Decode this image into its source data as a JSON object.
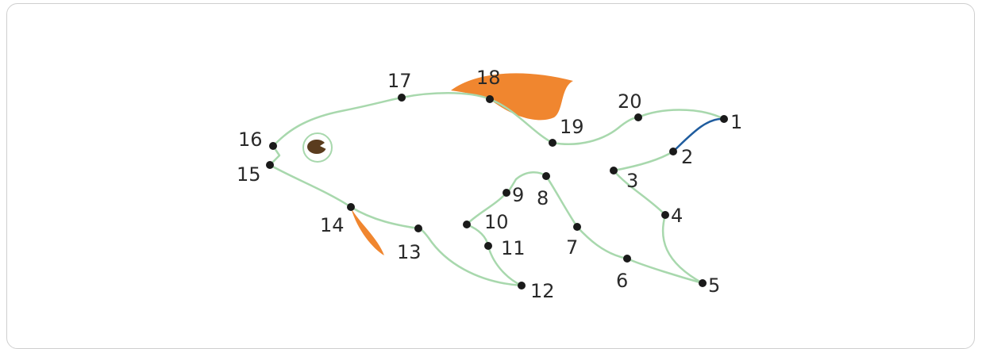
{
  "colors": {
    "outline": "#a8d8ad",
    "drawn_line": "#1f5c9e",
    "fin": "#f0862f",
    "dot": "#1a1a1a",
    "eye_pupil": "#5a3c1e",
    "border": "#cfcfcf"
  },
  "puzzle": {
    "dots": [
      {
        "n": "1"
      },
      {
        "n": "2"
      },
      {
        "n": "3"
      },
      {
        "n": "4"
      },
      {
        "n": "5"
      },
      {
        "n": "6"
      },
      {
        "n": "7"
      },
      {
        "n": "8"
      },
      {
        "n": "9"
      },
      {
        "n": "10"
      },
      {
        "n": "11"
      },
      {
        "n": "12"
      },
      {
        "n": "13"
      },
      {
        "n": "14"
      },
      {
        "n": "15"
      },
      {
        "n": "16"
      },
      {
        "n": "17"
      },
      {
        "n": "18"
      },
      {
        "n": "19"
      },
      {
        "n": "20"
      }
    ],
    "connected_segments": [
      [
        "1",
        "2"
      ]
    ],
    "icons": {
      "eye": "fish-eye-icon",
      "dorsal_fin": "dorsal-fin-icon",
      "pectoral_fin": "pectoral-fin-icon"
    }
  }
}
